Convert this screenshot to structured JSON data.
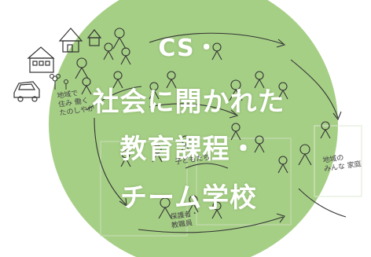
{
  "headline": {
    "line1": "CS・",
    "line2": "社会に開かれた",
    "line3": "教育課程・",
    "line4": "チーム学校"
  },
  "handwritten_notes": {
    "left": "地域で\n住み 働く\nたのしやか",
    "right": "地域の\nみんな 家庭",
    "center": "子どもたち",
    "bottom": "保護者・\n教職員"
  },
  "colors": {
    "circle": "#a6cf86",
    "text": "#ffffff",
    "sketch": "#444444"
  }
}
